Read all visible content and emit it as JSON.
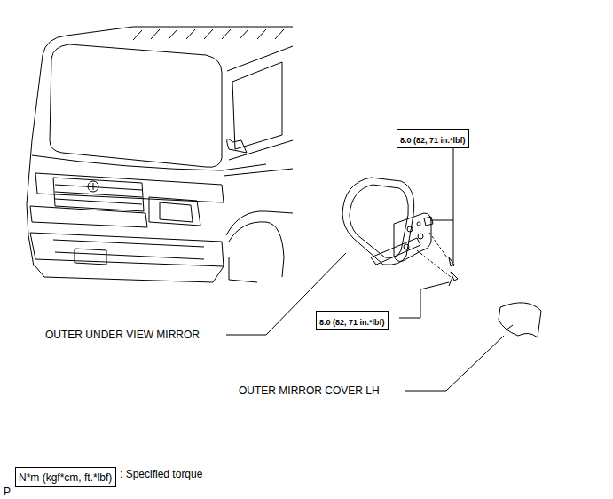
{
  "diagram": {
    "nodes": [
      {
        "text": [
          "8.0 (82, 71 in.*lbf)"
        ]
      },
      {
        "text": [
          "8.0 (82, 71 in.*lbf)"
        ]
      },
      {
        "text": [
          "N*m (kgf*cm, ft.*lbf)"
        ]
      }
    ],
    "labels": [
      "OUTER UNDER VIEW MIRROR",
      "OUTER MIRROR COVER LH",
      ": Specified torque",
      "P"
    ]
  }
}
